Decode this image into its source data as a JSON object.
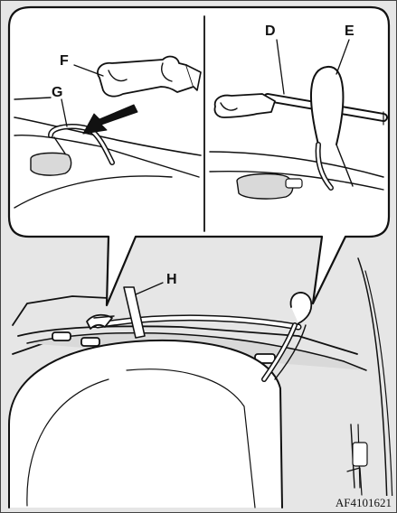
{
  "figure": {
    "id_label": "AF4101621",
    "background": "#e6e6e6",
    "panel_fill": "#ffffff",
    "line_color": "#111111"
  },
  "callouts": {
    "f": "F",
    "g": "G",
    "d": "D",
    "e": "E",
    "h": "H"
  }
}
